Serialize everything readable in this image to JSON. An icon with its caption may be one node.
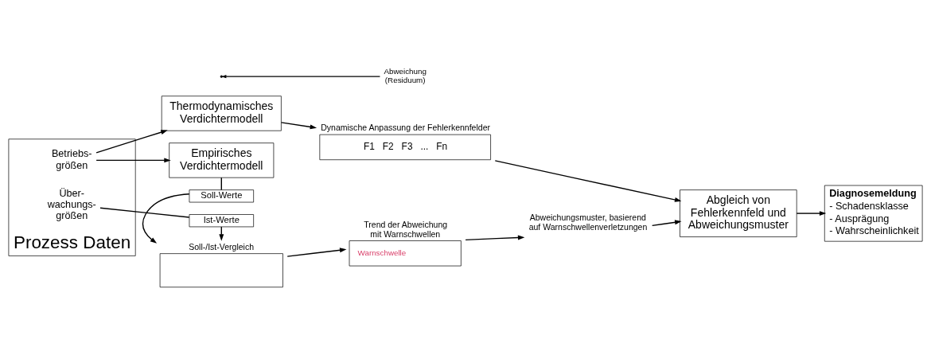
{
  "diagram": {
    "nodes": [
      {
        "text": [
          "Prozess Daten"
        ]
      },
      {
        "text": [
          "Betriebs- größen"
        ],
        "in": 0
      },
      {
        "text": [
          "Über- wachungs- größen"
        ],
        "in": 0
      },
      {
        "text": [
          "Thermodynamisches Verdichtermodell"
        ]
      },
      {
        "text": [
          "Empirisches Verdichtermodell"
        ]
      },
      {
        "text": [
          "Soll-Werte"
        ]
      },
      {
        "text": [
          "Soll-/Ist-Vergleich"
        ]
      },
      {
        "text": [
          "Abweichung (Residuum)"
        ]
      },
      {
        "text": [
          "Ist-Werte"
        ]
      },
      {
        "text": [
          "Dynamische Anpassung der Fehlerkennfelder",
          "F1",
          "F2",
          "F3",
          "...",
          "Fn"
        ]
      },
      {
        "text": [
          "Trend der Abweichung mit Warnschwellen",
          "Warnschwelle"
        ]
      },
      {
        "text": [
          "Abweichungsmuster, basierend auf Warnschwellenverletzungen"
        ]
      },
      {
        "text": [
          "Abgleich von Fehlerkennfeld und Abweichungsmuster"
        ]
      },
      {
        "text": [
          "Diagnosemeldung",
          "- Schadensklasse",
          "- Ausprägung",
          "- Wahrscheinlichkeit"
        ]
      }
    ],
    "edges": [
      {
        "from": 1,
        "to": 3,
        "arrow": "to"
      },
      {
        "from": 1,
        "to": 4,
        "arrow": "to"
      },
      {
        "from": 4,
        "to": 5,
        "arrow": "none"
      },
      {
        "from": 5,
        "to": 6,
        "arrow": "to"
      },
      {
        "from": 2,
        "to": 8,
        "arrow": "none"
      },
      {
        "from": 8,
        "to": 6,
        "arrow": "to"
      },
      {
        "from": 7,
        "to": null,
        "arrow": "to"
      },
      {
        "from": 3,
        "to": 9,
        "arrow": "to"
      },
      {
        "from": 6,
        "to": 10,
        "arrow": "to"
      },
      {
        "from": 10,
        "to": 11,
        "arrow": "to"
      },
      {
        "from": 9,
        "to": 12,
        "arrow": "to"
      },
      {
        "from": 11,
        "to": 12,
        "arrow": "to"
      },
      {
        "from": 12,
        "to": 13,
        "arrow": "to"
      }
    ]
  }
}
